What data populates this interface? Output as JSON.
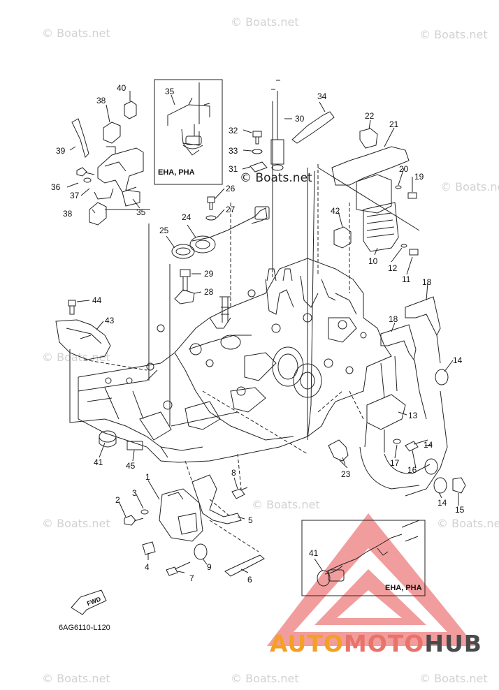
{
  "watermarks": [
    "© Boats.net"
  ],
  "center_watermark": "© Boats.net",
  "diagram_code": "6AG6110-L120",
  "fwd_label": "FWD",
  "variant_note": "EHA, PHA",
  "brand": {
    "part1": "AUTO",
    "part2": "MOTO",
    "part3": "HUB",
    "color1": "#f3a024",
    "color2": "#e8736a",
    "color3": "#4a4a4a"
  },
  "callouts": {
    "c1": "1",
    "c2": "2",
    "c3": "3",
    "c4": "4",
    "c5": "5",
    "c6": "6",
    "c7": "7",
    "c8": "8",
    "c9": "9",
    "c10": "10",
    "c11": "11",
    "c12": "12",
    "c13": "13",
    "c14": "14",
    "c15": "15",
    "c16": "16",
    "c17": "17",
    "c18": "18",
    "c19": "19",
    "c20": "20",
    "c21": "21",
    "c22": "22",
    "c23": "23",
    "c24": "24",
    "c25": "25",
    "c26": "26",
    "c27": "27",
    "c28": "28",
    "c29": "29",
    "c30": "30",
    "c31": "31",
    "c32": "32",
    "c33": "33",
    "c34": "34",
    "c35": "35",
    "c36": "36",
    "c37": "37",
    "c38": "38",
    "c39": "39",
    "c40": "40",
    "c41": "41",
    "c42": "42",
    "c43": "43",
    "c44": "44",
    "c45": "45"
  }
}
